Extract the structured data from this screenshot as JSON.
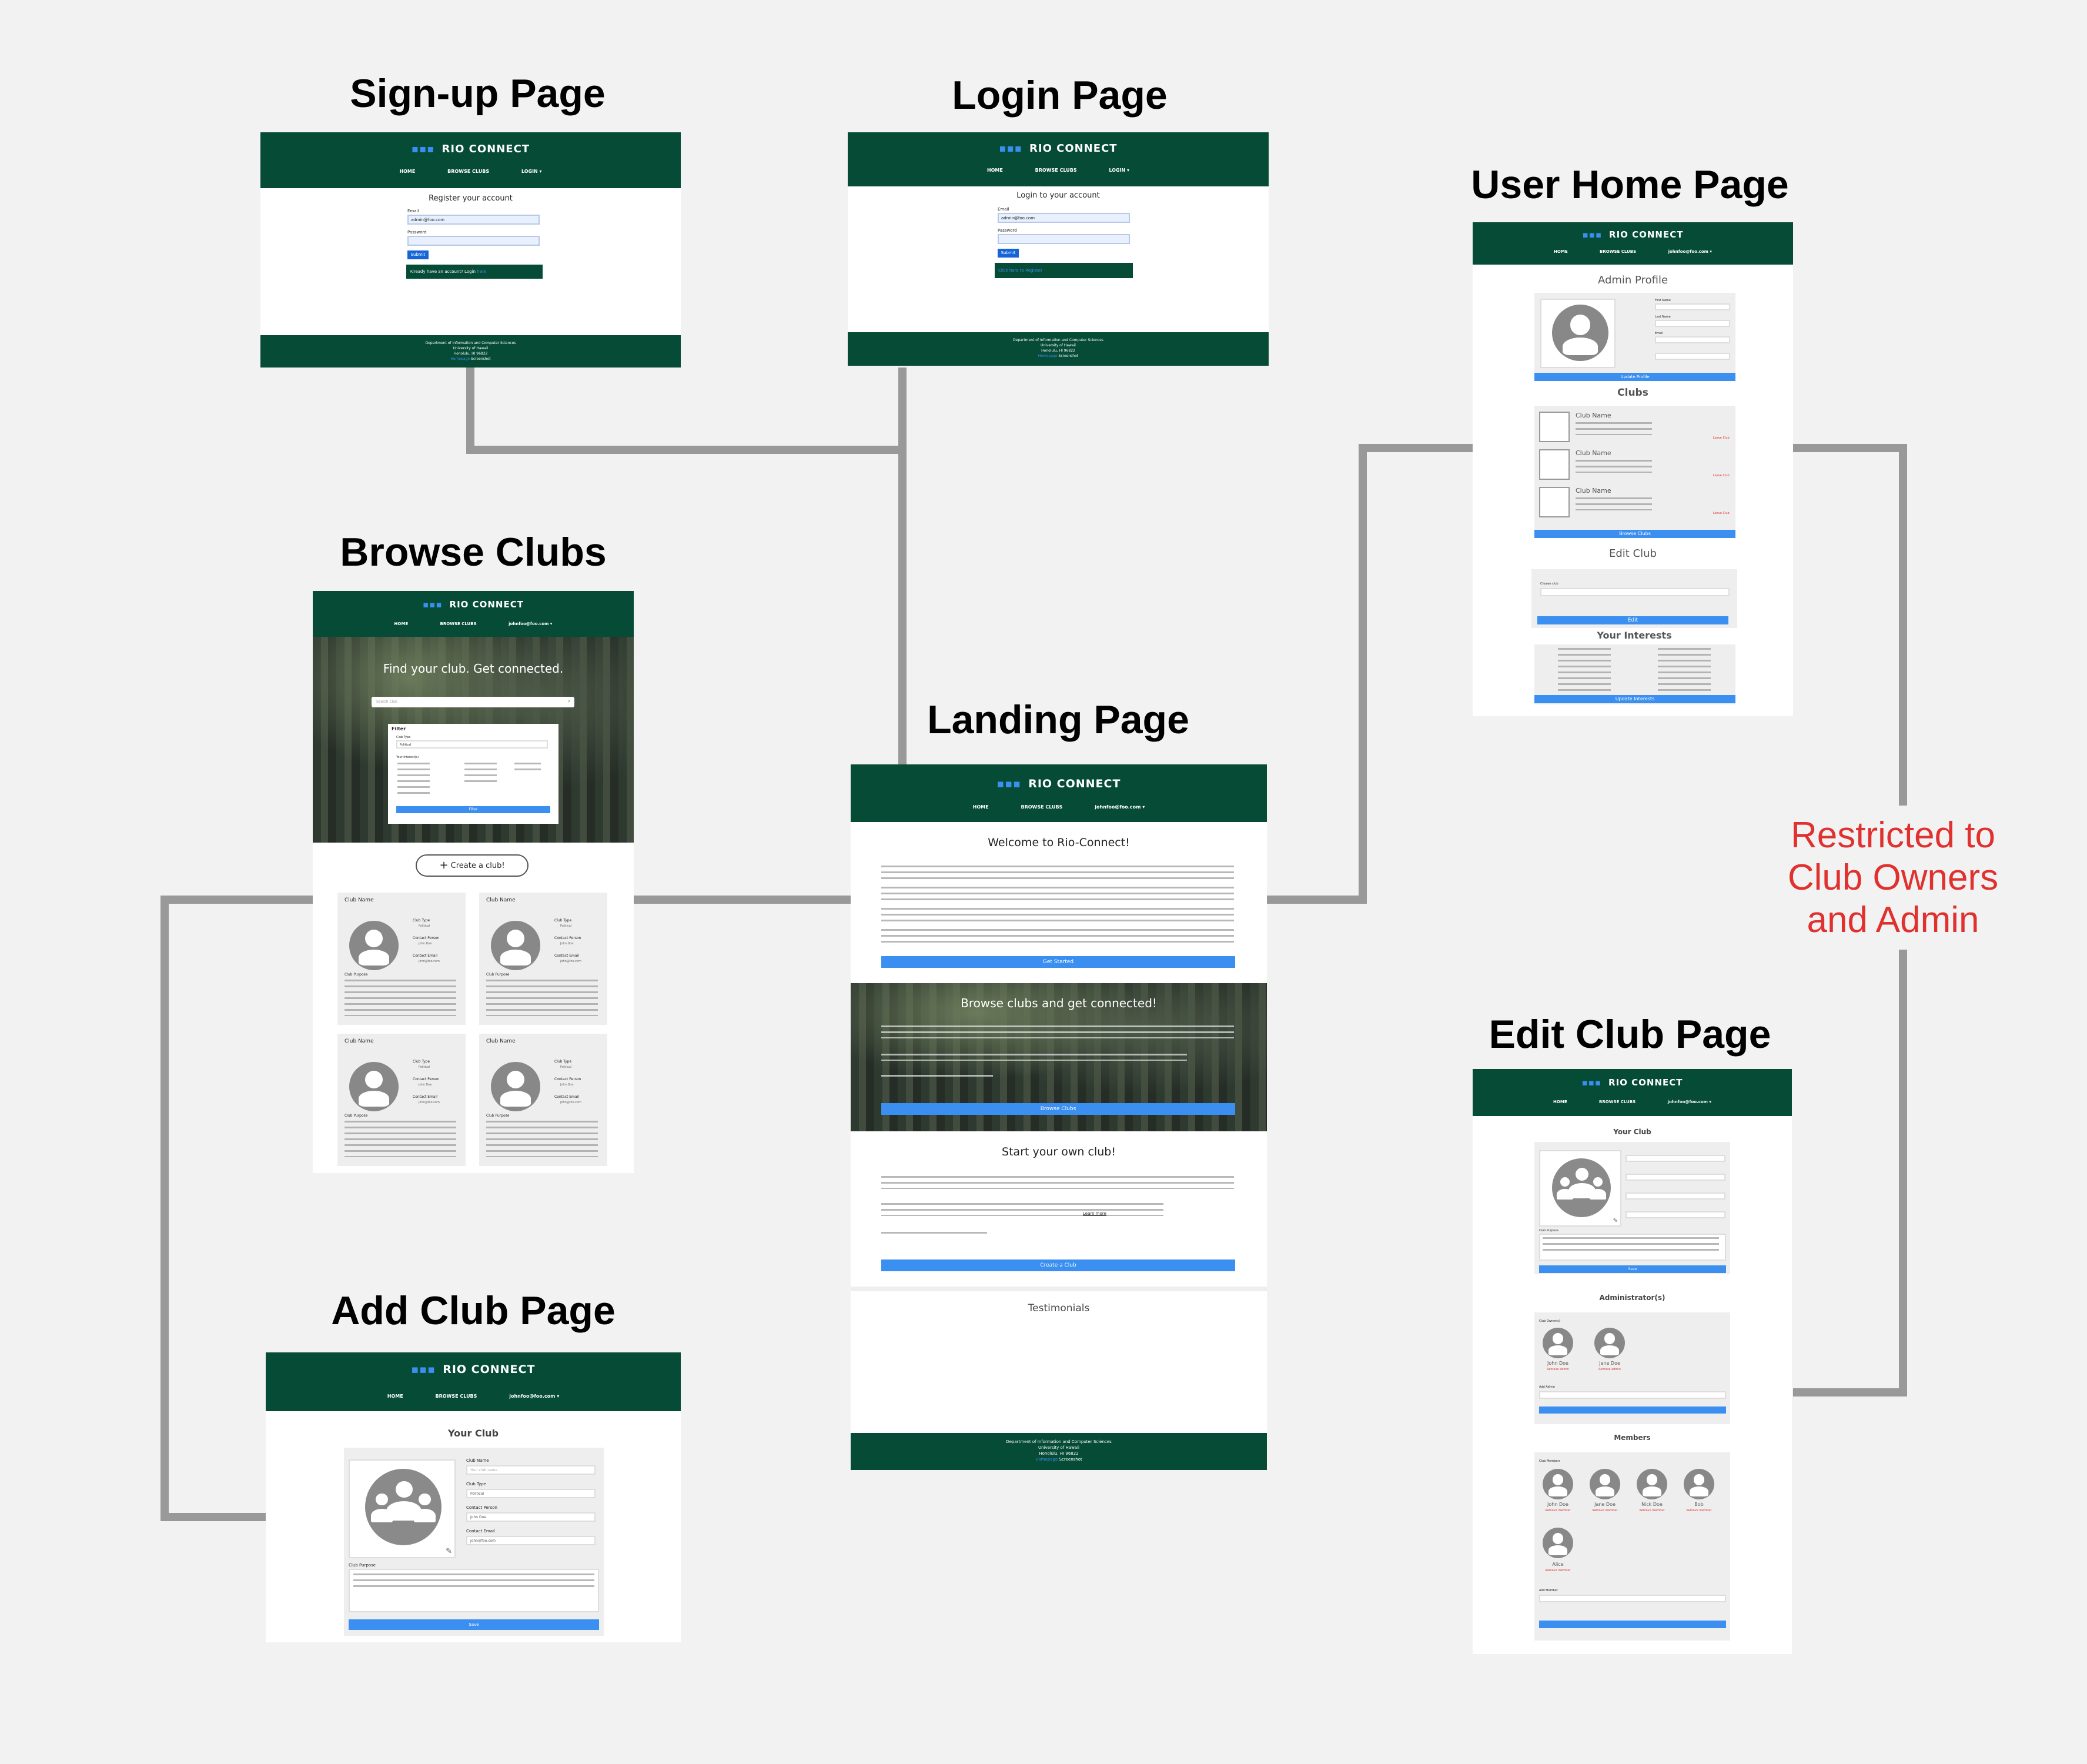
{
  "titles": {
    "signup": "Sign-up Page",
    "login": "Login Page",
    "user_home": "User Home Page",
    "browse": "Browse Clubs",
    "landing": "Landing Page",
    "edit_club": "Edit Club Page",
    "add_club": "Add Club Page"
  },
  "note": {
    "line1": "Restricted to",
    "line2": "Club Owners",
    "line3": "and Admin",
    "color": "#e0312f"
  },
  "theme": {
    "header_green": "#054b36",
    "accent_blue": "#3b8ff0",
    "connector_gray": "#999999"
  },
  "app": {
    "brand": "RIO CONNECT",
    "nav_home": "HOME",
    "nav_browse": "BROWSE CLUBS",
    "nav_login": "LOGIN",
    "nav_user": "johnfoo@foo.com"
  },
  "auth": {
    "register_heading": "Register your account",
    "login_heading": "Login to your account",
    "email_label": "Email",
    "email_value": "admin@foo.com",
    "password_label": "Password",
    "submit": "Submit",
    "already_text": "Already have an account? Login",
    "login_link": "here",
    "signup_prompt": "Click here to Register"
  },
  "footer": {
    "line1": "Department of Information and Computer Sciences",
    "line2": "University of Hawaii",
    "line3": "Honolulu, HI 96822",
    "link": "Homepage",
    "link2": "Screenshot"
  },
  "user_home": {
    "profile_heading": "Admin Profile",
    "first_name": "First Name",
    "last_name": "Last Name",
    "email": "Email",
    "update_profile": "Update Profile",
    "clubs_heading": "Clubs",
    "club_name": "Club Name",
    "leave_club": "Leave Club",
    "browse_clubs": "Browse Clubs",
    "edit_heading": "Edit Club",
    "choose_club": "Choose club",
    "edit_button": "Edit",
    "interests_heading": "Your Interests",
    "update_interests": "Update Interests"
  },
  "browse": {
    "hero_title": "Find your club. Get connected.",
    "search_placeholder": "Search Club",
    "filter_title": "Filter",
    "club_type_label": "Club Type",
    "club_type_value": "Political",
    "interests_label": "Your Interest(s)",
    "filter_button": "Filter",
    "create_club": "Create a club!",
    "card_club_name": "Club Name",
    "card_club_type": "Club Type",
    "card_type_value": "Political",
    "card_contact_person": "Contact Person",
    "card_person_value": "John Doe",
    "card_contact_email": "Contact Email",
    "card_email_value": "john@foo.com",
    "card_purpose": "Club Purpose"
  },
  "landing": {
    "welcome": "Welcome to Rio-Connect!",
    "get_started": "Get Started",
    "hero_title": "Browse clubs and get connected!",
    "browse_button": "Browse Clubs",
    "start_title": "Start your own club!",
    "learn_more": "Learn more",
    "create_button": "Create a Club",
    "testimonials": "Testimonials"
  },
  "edit_club": {
    "your_club": "Your Club",
    "club_purpose": "Club Purpose",
    "save": "Save",
    "admins_heading": "Administrator(s)",
    "club_owners": "Club Owner(s)",
    "admin1": "John Doe",
    "admin2": "Jane Doe",
    "remove": "Remove admin",
    "add_admin": "Add Admin",
    "members_heading": "Members",
    "club_members": "Club Members",
    "member1": "John Doe",
    "member2": "Jane Doe",
    "member3": "Nick Doe",
    "member4": "Bob",
    "member5": "Alice",
    "remove_member": "Remove member",
    "add_member": "Add Member"
  },
  "add_club": {
    "your_club": "Your Club",
    "club_name": "Club Name",
    "club_name_placeholder": "Your club name",
    "club_type": "Club Type",
    "club_type_value": "Political",
    "contact_person": "Contact Person",
    "contact_person_value": "John Doe",
    "contact_email": "Contact Email",
    "contact_email_value": "john@foo.com",
    "club_purpose": "Club Purpose",
    "save": "Save"
  }
}
